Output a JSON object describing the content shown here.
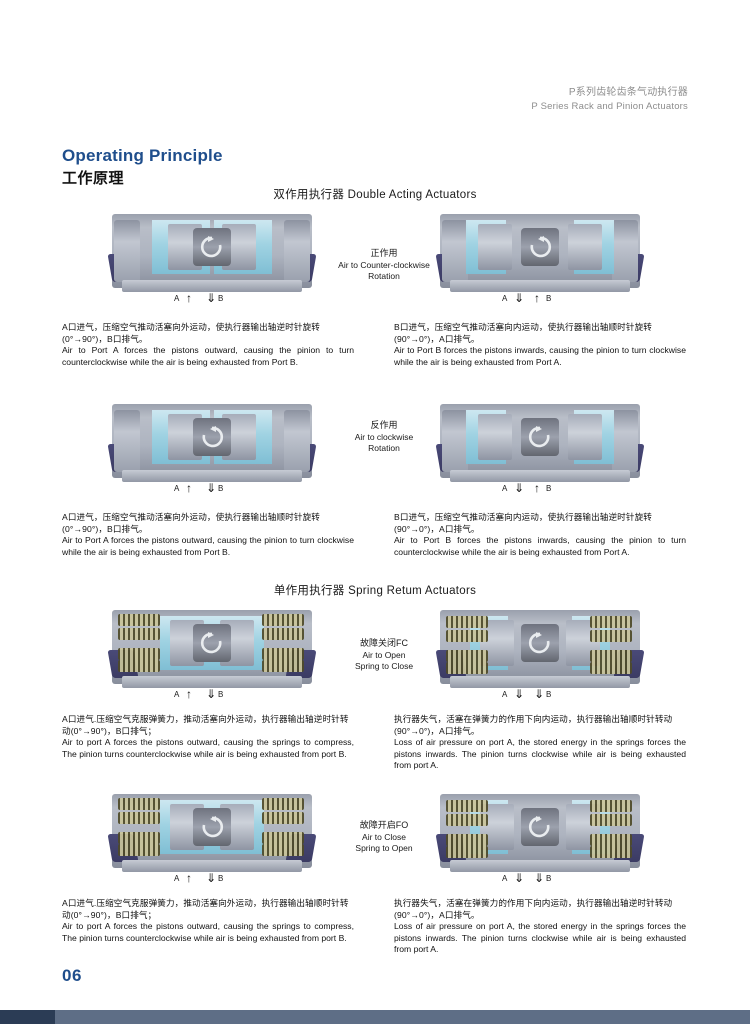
{
  "header": {
    "cn": "P系列齿轮齿条气动执行器",
    "en": "P Series Rack and Pinion Actuators"
  },
  "title": {
    "en": "Operating Principle",
    "cn": "工作原理",
    "accent_color": "#1f4e8c"
  },
  "sections": [
    {
      "id": "double-acting",
      "cn": "双作用执行器",
      "en": "Double Acting Actuators"
    },
    {
      "id": "spring-return",
      "cn": "单作用执行器",
      "en": "Spring Retum Actuators"
    }
  ],
  "port_labels": {
    "a": "A",
    "b": "B"
  },
  "annotations": [
    {
      "cn": "正作用",
      "en_line1": "Air to Counter-clockwise",
      "en_line2": "Rotation"
    },
    {
      "cn": "反作用",
      "en_line1": "Air to clockwise",
      "en_line2": "Rotation"
    },
    {
      "cn": "故障关闭FC",
      "en_line1": "Air to Open",
      "en_line2": "Spring to Close"
    },
    {
      "cn": "故障开启FO",
      "en_line1": "Air to Close",
      "en_line2": "Spring to Open"
    }
  ],
  "figures": [
    {
      "name": "double-acting-port-a",
      "rotation": "ccw",
      "port_a_flow": "in",
      "port_b_flow": "out",
      "caption_cn": "A口进气，压缩空气推动活塞向外运动，使执行器输出轴逆时针旋转(0°→90°)，B口排气。",
      "caption_en": "Air to Port A forces the pistons outward, causing the pinion to turn counterclockwise while the air is being exhausted from Port B."
    },
    {
      "name": "double-acting-port-b",
      "rotation": "cw",
      "port_a_flow": "out",
      "port_b_flow": "in",
      "caption_cn": "B口进气，压缩空气推动活塞向内运动，使执行器输出轴顺时针旋转(90°→0°)，A口排气。",
      "caption_en": "Air to Port B forces the pistons inwards, causing the pinion to turn clockwise while the air is being exhausted from Port A."
    },
    {
      "name": "double-acting-reverse-port-a",
      "rotation": "cw",
      "port_a_flow": "in",
      "port_b_flow": "out",
      "caption_cn": "A口进气，压缩空气推动活塞向外运动，使执行器输出轴顺时针旋转(0°→90°)，B口排气。",
      "caption_en": "Air to Port A forces the pistons outward, causing the pinion to turn clockwise while the air is being exhausted from Port B."
    },
    {
      "name": "double-acting-reverse-port-b",
      "rotation": "ccw",
      "port_a_flow": "out",
      "port_b_flow": "in",
      "caption_cn": "B口进气，压缩空气推动活塞向内运动，使执行器输出轴逆时针旋转(90°→0°)，A口排气。",
      "caption_en": "Air to Port B forces the pistons inwards, causing the pinion to turn counterclockwise while the air is being exhausted from Port A."
    },
    {
      "name": "spring-return-fc-air",
      "rotation": "ccw",
      "port_a_flow": "in",
      "port_b_flow": "out",
      "caption_cn": "A口进气.压缩空气克服弹簧力，推动活塞向外运动，执行器输出轴逆时针转动(0°→90°)，B口排气；",
      "caption_en": "Air to port A forces the pistons outward, causing the springs to compress, The pinion turns counterclockwise while air is being exhausted from port B."
    },
    {
      "name": "spring-return-fc-spring",
      "rotation": "cw",
      "port_a_flow": "out",
      "port_b_flow": "in",
      "caption_cn": "执行器失气，活塞在弹簧力的作用下向内运动，执行器输出轴顺时针转动(90°→0°)，A口排气。",
      "caption_en": "Loss of air pressure on port A, the stored energy in the springs forces the pistons inwards. The pinion turns clockwise while air is being exhausted from port A."
    },
    {
      "name": "spring-return-fo-air",
      "rotation": "cw",
      "port_a_flow": "in",
      "port_b_flow": "out",
      "caption_cn": "A口进气.压缩空气克服弹簧力，推动活塞向外运动，执行器输出轴顺时针转动(0°→90°)，B口排气；",
      "caption_en": "Air to port A forces the pistons outward, causing the springs to compress, The pinion turns counterclockwise while air is being exhausted from port B."
    },
    {
      "name": "spring-return-fo-spring",
      "rotation": "ccw",
      "port_a_flow": "out",
      "port_b_flow": "in",
      "caption_cn": "执行器失气，活塞在弹簧力的作用下向内运动，执行器输出轴逆时针转动(90°→0°)，A口排气。",
      "caption_en": "Loss of air pressure on port A, the stored energy in the springs forces the pistons inwards. The pinion turns clockwise while air is being exhausted from port A."
    }
  ],
  "footer": {
    "page_number": "06"
  }
}
